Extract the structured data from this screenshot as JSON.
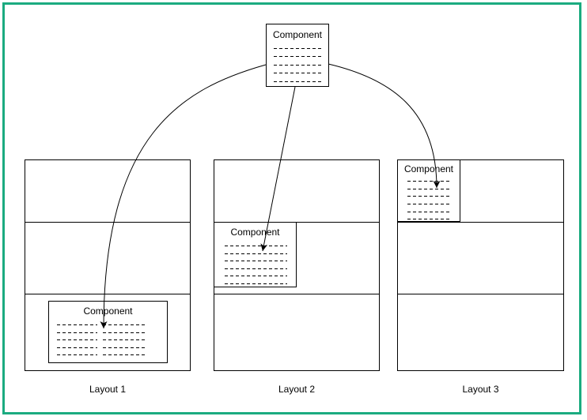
{
  "frame": {
    "border_color": "#1bab80"
  },
  "source_component": {
    "title": "Component"
  },
  "connectors": [
    {
      "from": "source-component",
      "to": "layout-1-component",
      "style": "curved-left-arrow"
    },
    {
      "from": "source-component",
      "to": "layout-2-component",
      "style": "straight-arrow"
    },
    {
      "from": "source-component",
      "to": "layout-3-component",
      "style": "curved-right-arrow"
    }
  ],
  "layouts": [
    {
      "label": "Layout 1",
      "component_title": "Component",
      "component_position": "bottom-row-center"
    },
    {
      "label": "Layout 2",
      "component_title": "Component",
      "component_position": "middle-row-left"
    },
    {
      "label": "Layout 3",
      "component_title": "Component",
      "component_position": "top-row-left"
    }
  ]
}
